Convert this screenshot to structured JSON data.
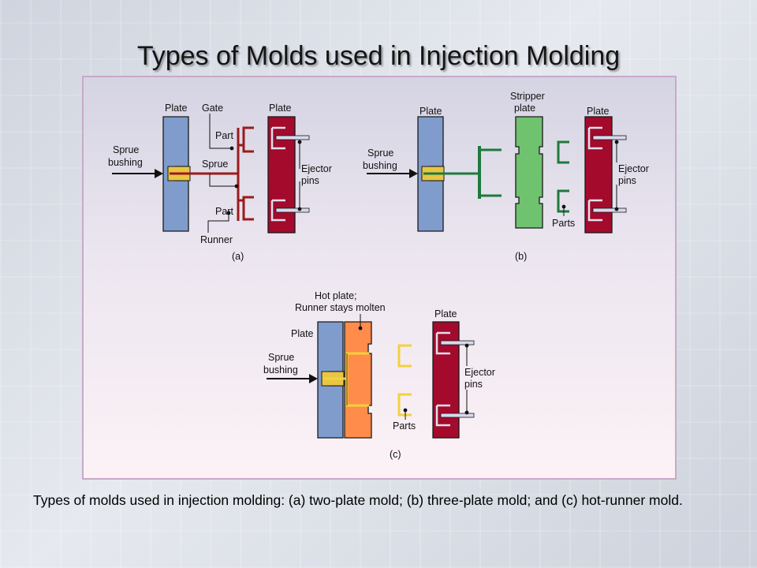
{
  "title": "Types of Molds used in Injection Molding",
  "caption": "Types of molds used in injection molding:  (a)  two-plate mold; (b)  three-plate mold; and (c) hot-runner mold.",
  "colors": {
    "plate_blue": "#7f9ccc",
    "plate_red": "#a30a2c",
    "runner_red": "#9b1b1b",
    "stripper_green": "#6fc36f",
    "part_green": "#1d7a3c",
    "hot_plate_orange": "#ff8c4a",
    "part_yellow": "#f2d23a",
    "ejector_pin": "#d8d8ec"
  },
  "diagram": {
    "a": {
      "plate": "Plate",
      "gate": "Gate",
      "part_top": "Part",
      "sprue": "Sprue",
      "part_bottom": "Part",
      "runner": "Runner",
      "plate_right": "Plate",
      "sprue_bushing_1": "Sprue",
      "sprue_bushing_2": "bushing",
      "ejector_1": "Ejector",
      "ejector_2": "pins",
      "label": "(a)"
    },
    "b": {
      "plate": "Plate",
      "stripper_1": "Stripper",
      "stripper_2": "plate",
      "plate_right": "Plate",
      "sprue_bushing_1": "Sprue",
      "sprue_bushing_2": "bushing",
      "ejector_1": "Ejector",
      "ejector_2": "pins",
      "parts": "Parts",
      "label": "(b)"
    },
    "c": {
      "hot_plate_1": "Hot plate;",
      "hot_plate_2": "Runner stays molten",
      "plate": "Plate",
      "plate_right": "Plate",
      "sprue_bushing_1": "Sprue",
      "sprue_bushing_2": "bushing",
      "ejector_1": "Ejector",
      "ejector_2": "pins",
      "parts": "Parts",
      "label": "(c)"
    }
  }
}
